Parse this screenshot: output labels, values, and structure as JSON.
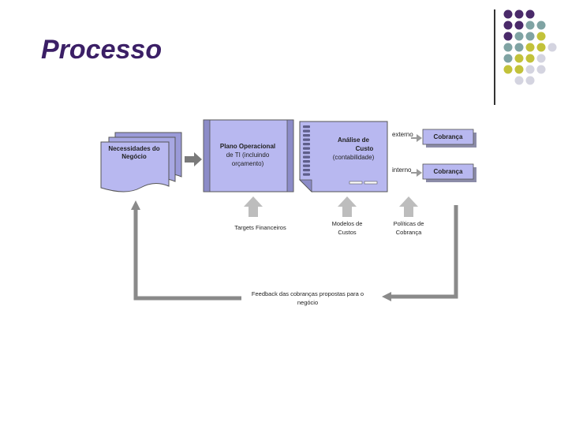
{
  "slide": {
    "title": "Processo"
  },
  "diagram": {
    "necessidades": [
      "Necessidades do",
      "Negócio"
    ],
    "plano": [
      "Plano Operacional",
      "de TI (incluindo",
      "orçamento)"
    ],
    "analise": [
      "Análise de",
      "Custo",
      "(contabilidade)"
    ],
    "externo": "externo",
    "interno": "interno",
    "cobranca_top": "Cobrança",
    "cobranca_bottom": "Cobrança",
    "targets": "Targets Financeiros",
    "modelos": [
      "Modelos de",
      "Custos"
    ],
    "politicas": [
      "Políticas de",
      "Cobrança"
    ],
    "feedback": [
      "Feedback das cobranças propostas para o",
      "negócio"
    ]
  },
  "colors": {
    "title": "#3b1f66",
    "box_fill": "#b8b8f0",
    "dot_purple": "#4a2a6a",
    "dot_teal": "#7fa3a3",
    "dot_olive": "#c2c23a",
    "dot_grey": "#d4d4e0"
  }
}
